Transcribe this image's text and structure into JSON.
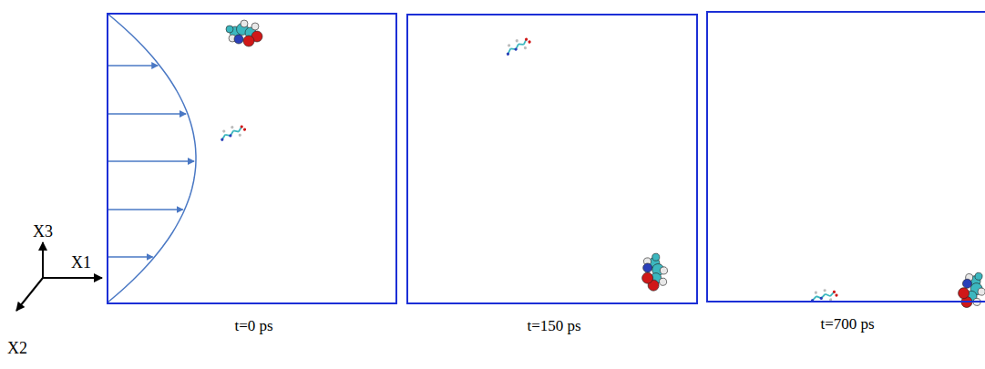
{
  "diagram": {
    "nodes": [
      {
        "text": [
          "t=0 ps"
        ]
      },
      {
        "text": [
          "t=150 ps"
        ]
      },
      {
        "text": [
          "t=700 ps"
        ]
      }
    ],
    "labels": [
      "X3",
      "X1",
      "X2"
    ]
  }
}
